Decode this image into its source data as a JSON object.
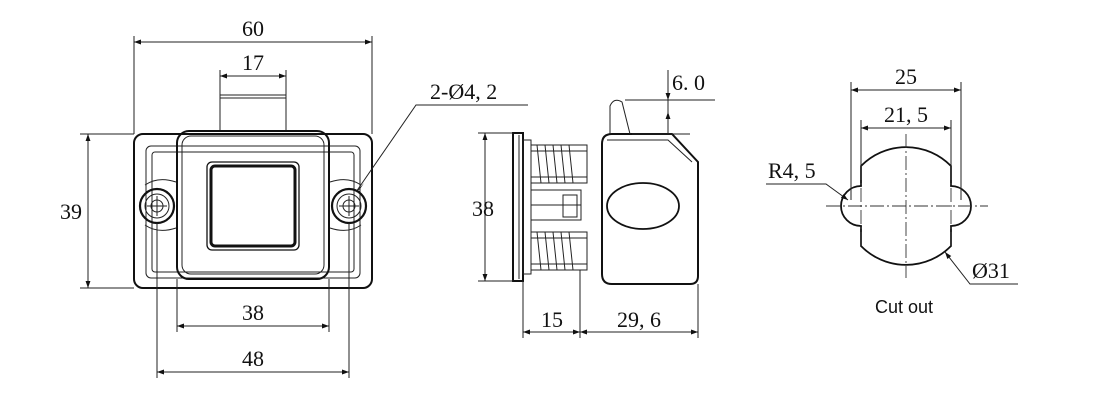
{
  "front_view": {
    "overall_width": "60",
    "top_tab_width": "17",
    "height": "39",
    "inner_width": "38",
    "hole_spacing": "48",
    "hole_callout": "2-Ø4, 2"
  },
  "side_view": {
    "plate_height": "38",
    "protrusion": "6. 0",
    "base_depth": "15",
    "body_depth": "29, 6"
  },
  "cutout": {
    "caption": "Cut out",
    "width": "25",
    "flat_width": "21, 5",
    "radius": "R4, 5",
    "diameter": "Ø31"
  }
}
